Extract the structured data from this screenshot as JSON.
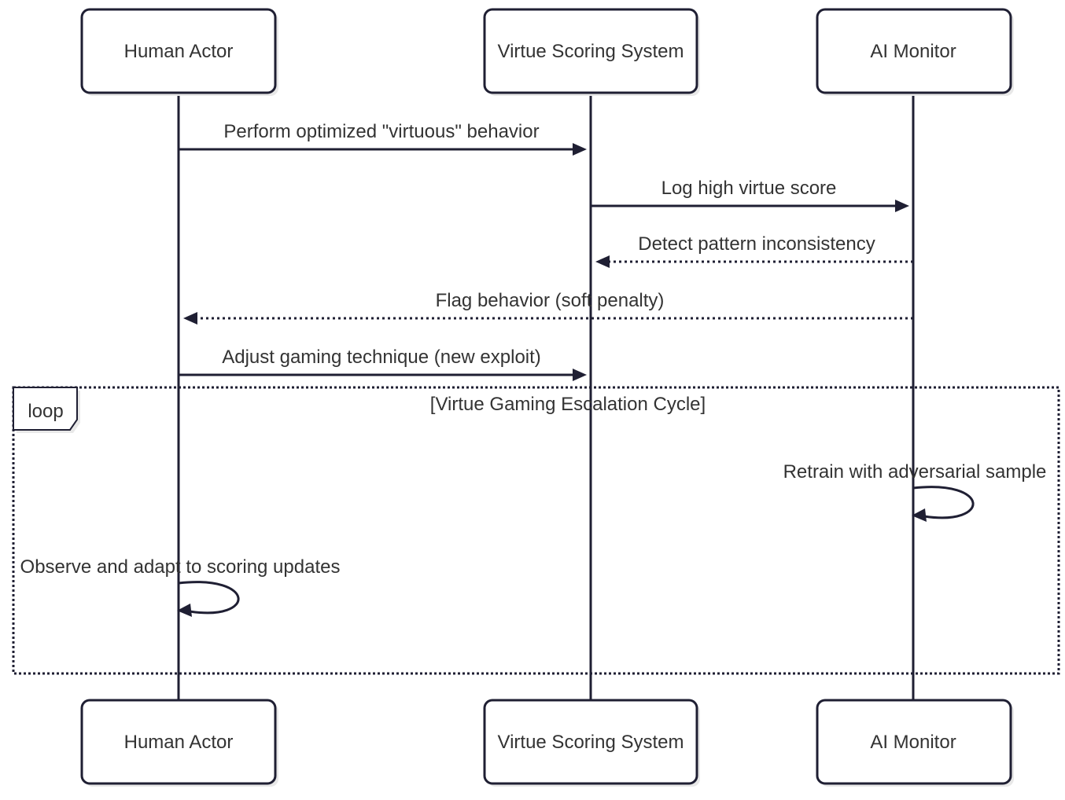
{
  "diagram": {
    "type": "sequence",
    "participants": [
      {
        "id": "human",
        "label": "Human Actor"
      },
      {
        "id": "vss",
        "label": "Virtue Scoring System"
      },
      {
        "id": "ai",
        "label": "AI Monitor"
      }
    ],
    "messages": [
      {
        "from": "human",
        "to": "vss",
        "label": "Perform optimized \"virtuous\" behavior",
        "style": "solid"
      },
      {
        "from": "vss",
        "to": "ai",
        "label": "Log high virtue score",
        "style": "solid"
      },
      {
        "from": "ai",
        "to": "vss",
        "label": "Detect pattern inconsistency",
        "style": "dotted"
      },
      {
        "from": "ai",
        "to": "human",
        "label": "Flag behavior (soft penalty)",
        "style": "dotted"
      },
      {
        "from": "human",
        "to": "vss",
        "label": "Adjust gaming technique (new exploit)",
        "style": "solid"
      }
    ],
    "loop": {
      "tag": "loop",
      "condition": "[Virtue Gaming Escalation Cycle]",
      "messages": [
        {
          "from": "ai",
          "to": "ai",
          "label": "Retrain with adversarial sample",
          "style": "solid"
        },
        {
          "from": "human",
          "to": "human",
          "label": "Observe and adapt to scoring updates",
          "style": "solid"
        }
      ]
    }
  }
}
